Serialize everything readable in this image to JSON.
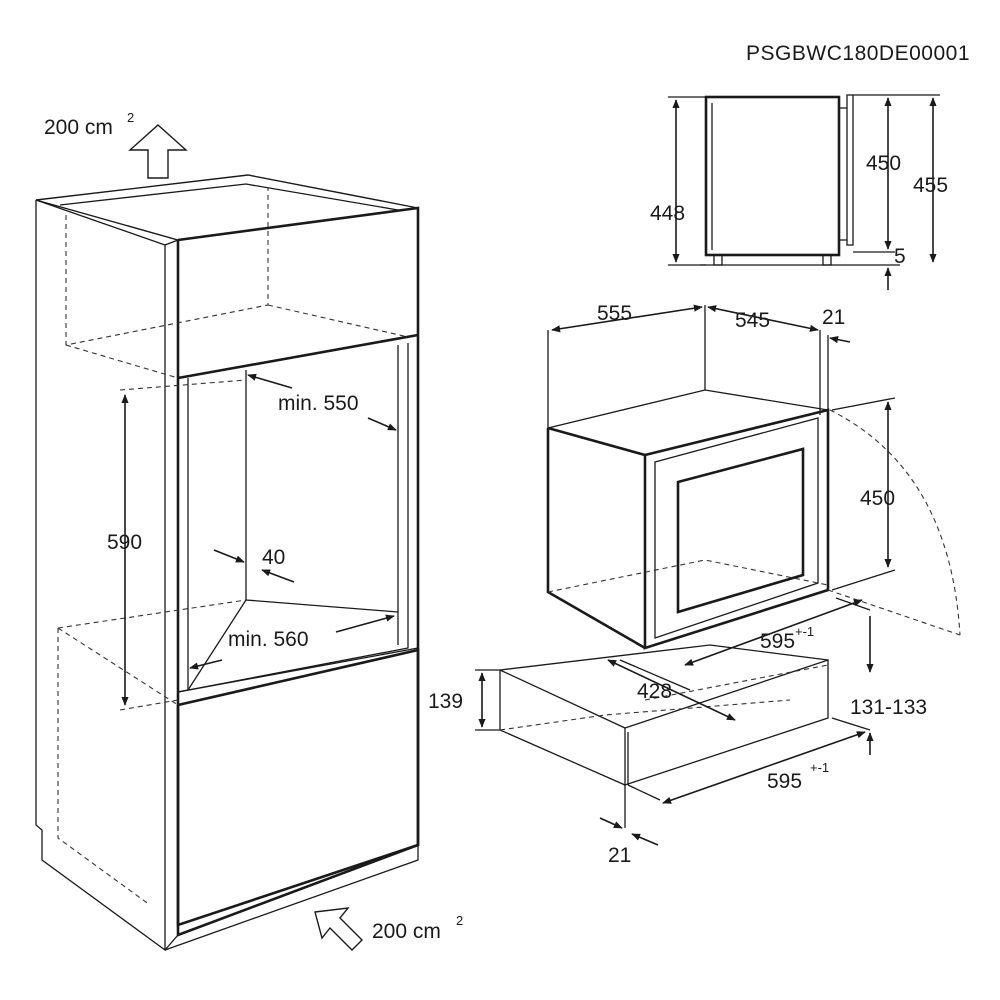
{
  "document_code": "PSGBWC180DE00001",
  "ventilation": {
    "top": {
      "value": "200 cm",
      "exp": "2"
    },
    "bottom": {
      "value": "200 cm",
      "exp": "2"
    }
  },
  "cabinet": {
    "niche_height": "590",
    "niche_depth_top": "min. 550",
    "niche_depth_bottom": "min. 560",
    "side_gap": "40"
  },
  "side_view": {
    "height": "448",
    "front_height": "450",
    "total_height": "455",
    "foot": "5"
  },
  "appliance": {
    "width": "555",
    "depth": "545",
    "front_thickness": "21",
    "height": "450",
    "front_width": {
      "value": "595",
      "tol": "+-1"
    },
    "inner_depth": "428",
    "drawer_height": "139",
    "drawer_gap": "131-133",
    "drawer_front_width": {
      "value": "595",
      "tol": "+-1"
    },
    "drawer_front_thickness": "21"
  }
}
